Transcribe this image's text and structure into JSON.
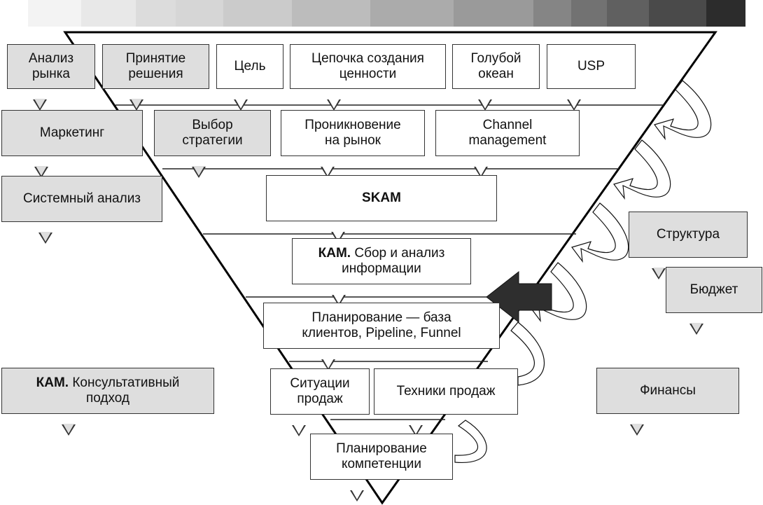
{
  "gradient_strip": {
    "swatches": [
      "#f3f3f3",
      "#e8e8e8",
      "#dcdcdc",
      "#d6d6d6",
      "#cbcbcb",
      "#bcbcbc",
      "#ababab",
      "#9a9a9a",
      "#858585",
      "#727272",
      "#606060",
      "#4a4a4a",
      "#2c2c2c"
    ]
  },
  "colors": {
    "box_gray": "#dedede",
    "box_white": "#ffffff",
    "outline": "#333333",
    "arrow_fill": "#2e2e2e"
  },
  "pyramid_levels": [
    {
      "level": 1,
      "items": [
        {
          "id": "analiz-rynka",
          "label": "Анализ\nрынка",
          "style": "gray"
        },
        {
          "id": "prinyatie-resheniya",
          "label": "Принятие\nрешения",
          "style": "gray"
        },
        {
          "id": "tsel",
          "label": "Цель",
          "style": "white"
        },
        {
          "id": "tsepochka",
          "label": "Цепочка создания\nценности",
          "style": "white"
        },
        {
          "id": "goluboy-okean",
          "label": "Голубой\nокеан",
          "style": "white"
        },
        {
          "id": "usp",
          "label": "USP",
          "style": "white"
        }
      ]
    },
    {
      "level": 2,
      "items": [
        {
          "id": "marketing",
          "label": "Маркетинг",
          "style": "gray"
        },
        {
          "id": "vybor-strategii",
          "label": "Выбор\nстратегии",
          "style": "gray"
        },
        {
          "id": "proniknovenie",
          "label": "Проникновение\nна рынок",
          "style": "white"
        },
        {
          "id": "channel-management",
          "label": "Channel\nmanagement",
          "style": "white"
        }
      ]
    },
    {
      "level": 3,
      "items": [
        {
          "id": "sistemny-analiz",
          "label": "Системный анализ",
          "style": "gray"
        },
        {
          "id": "skam",
          "label": "SKAM",
          "style": "white",
          "bold": true
        }
      ]
    },
    {
      "level": 4,
      "items": [
        {
          "id": "kam-sbor",
          "prefix": "КАМ.",
          "label": "Сбор и анализ\nинформации",
          "style": "white"
        }
      ]
    },
    {
      "level": 5,
      "items": [
        {
          "id": "planirovanie-baza",
          "label": "Планирование — база\nклиентов, Pipeline, Funnel",
          "style": "white"
        }
      ]
    },
    {
      "level": 6,
      "items": [
        {
          "id": "situatsii-prodazh",
          "label": "Ситуации\nпродаж",
          "style": "white"
        },
        {
          "id": "tekhniki-prodazh",
          "label": "Техники продаж",
          "style": "white"
        }
      ]
    },
    {
      "level": 7,
      "items": [
        {
          "id": "planirovanie-kompetentsii",
          "label": "Планирование\nкомпетенции",
          "style": "white"
        }
      ]
    }
  ],
  "side_items": {
    "left": [
      {
        "id": "kam-konsultativny",
        "prefix": "КАМ.",
        "label": "Консультативный\nподход",
        "style": "gray"
      }
    ],
    "right": [
      {
        "id": "struktura",
        "label": "Структура",
        "style": "gray"
      },
      {
        "id": "byudzhet",
        "label": "Бюджет",
        "style": "gray"
      },
      {
        "id": "finansy",
        "label": "Финансы",
        "style": "gray"
      }
    ]
  },
  "icons": {
    "big_arrow": "arrow-left-icon",
    "feedback_arrows": "curved-feedback-arrow-icon"
  }
}
